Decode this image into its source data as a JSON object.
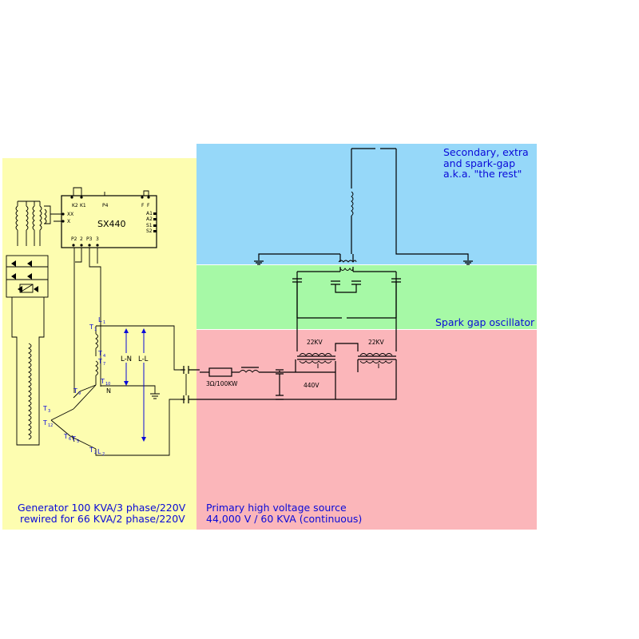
{
  "colors": {
    "generator_bg": "#fdfdb0",
    "secondary_bg": "#96d8f9",
    "oscillator_bg": "#a6f9a6",
    "primary_bg": "#fbb6ba",
    "caption_text": "#0a0ad8"
  },
  "regions": {
    "generator": {
      "caption_line1": "Generator 100 KVA/3 phase/220V",
      "caption_line2": "rewired for 66 KVA/2 phase/220V"
    },
    "secondary": {
      "caption_line1": "Secondary, extra",
      "caption_line2": "and spark-gap",
      "caption_line3": "a.k.a. \"the rest\""
    },
    "oscillator": {
      "caption": "Spark gap oscillator"
    },
    "primary": {
      "caption_line1": "Primary high voltage source",
      "caption_line2": "44,000 V / 60 KVA (continuous)"
    }
  },
  "regulator": {
    "name": "SX440",
    "top_pins": [
      "K2",
      "K1",
      "P4",
      "F",
      "F"
    ],
    "left_pins": [
      "XX",
      "X"
    ],
    "right_pins": [
      "A1",
      "A2",
      "S1",
      "S2"
    ],
    "bottom_pins": [
      "P2",
      "2",
      "P3",
      "3"
    ]
  },
  "generator_labels": {
    "l1": "L",
    "l1_sub": "1",
    "l2": "L",
    "l2_sub": "2",
    "t1": "T",
    "t1_sub": "1",
    "t4": "T",
    "t4_sub": "4",
    "t7": "T",
    "t7_sub": "7",
    "t10": "T",
    "t10_sub": "10",
    "t9": "T",
    "t9_sub": "9",
    "t3": "T",
    "t3_sub": "3",
    "t12": "T",
    "t12_sub": "12",
    "t6": "T",
    "t6_sub": "6",
    "t5": "T",
    "t5_sub": "5",
    "t2": "T",
    "t2_sub": "2",
    "n": "N",
    "ln": "L-N",
    "ll": "L-L"
  },
  "primary_labels": {
    "resistor": "3Ω/100KW",
    "voltage_low": "440V",
    "transformer_left": "22KV",
    "transformer_right": "22KV"
  }
}
